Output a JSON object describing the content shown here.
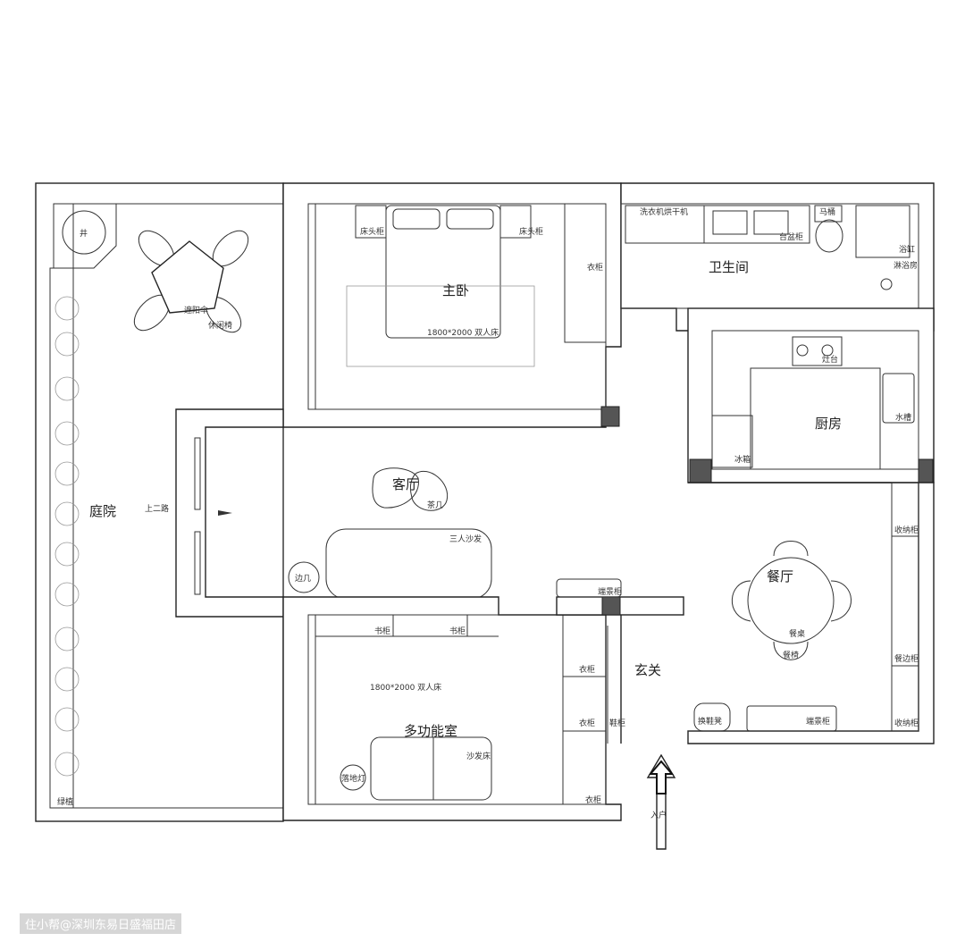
{
  "rooms": {
    "master_bedroom": "主卧",
    "bathroom": "卫生间",
    "kitchen": "厨房",
    "living_room": "客厅",
    "dining_room": "餐厅",
    "foyer": "玄关",
    "multi_room": "多功能室",
    "courtyard": "庭院"
  },
  "labels": {
    "well": "井",
    "parasol": "遮阳伞",
    "lounge_chair": "休闲椅",
    "planter": "绿植",
    "upstairs": "上二路",
    "nightstand_l": "床头柜",
    "nightstand_r": "床头柜",
    "wardrobe_master": "衣柜",
    "master_bed": "1800*2000  双人床",
    "washer_dryer": "洗衣机烘干机",
    "vanity": "台盆柜",
    "toilet": "马桶",
    "bathtub": "浴缸",
    "shower": "淋浴房",
    "stove": "灶台",
    "sink": "水槽",
    "fridge": "冰箱",
    "tea_table": "茶几",
    "sofa": "三人沙发",
    "side_table": "边几",
    "console": "端景柜",
    "bookcase_1": "书柜",
    "bookcase_2": "书柜",
    "multi_bed": "1800*2000  双人床",
    "sofa_bed": "沙发床",
    "floor_lamp": "落地灯",
    "wardrobe_1": "衣柜",
    "wardrobe_2": "衣柜",
    "wardrobe_3": "衣柜",
    "shoe_cabinet": "鞋柜",
    "shoe_bench": "换鞋凳",
    "console_2": "端景柜",
    "storage_1": "收纳柜",
    "storage_2": "收纳柜",
    "sideboard": "餐边柜",
    "dining_table": "餐桌",
    "dining_chair": "餐椅",
    "entrance": "入户"
  },
  "watermark": "住小帮@深圳东易日盛福田店"
}
